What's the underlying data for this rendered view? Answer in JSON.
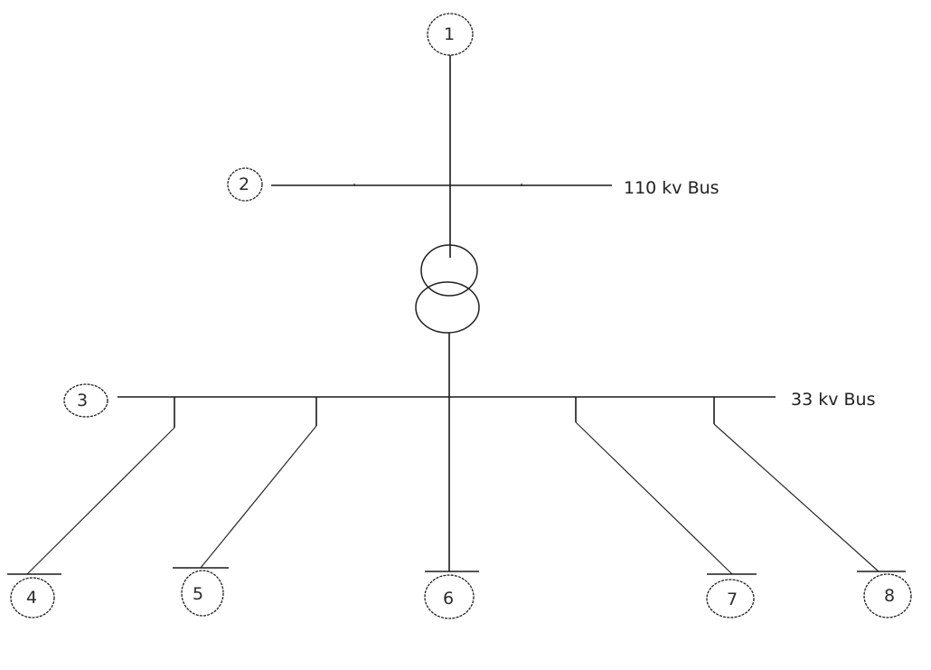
{
  "diagram": {
    "type": "single-line power system diagram",
    "nodes": [
      {
        "id": "1",
        "label": "1"
      },
      {
        "id": "2",
        "label": "2"
      },
      {
        "id": "3",
        "label": "3"
      },
      {
        "id": "4",
        "label": "4"
      },
      {
        "id": "5",
        "label": "5"
      },
      {
        "id": "6",
        "label": "6"
      },
      {
        "id": "7",
        "label": "7"
      },
      {
        "id": "8",
        "label": "8"
      }
    ],
    "buses": {
      "hv": {
        "label": "110 kv Bus"
      },
      "lv": {
        "label": "33 kv Bus"
      }
    },
    "transformer": {
      "label": "two-winding transformer between 110 kv Bus and 33 kv Bus"
    },
    "feeders": [
      "4",
      "5",
      "6",
      "7",
      "8"
    ],
    "colors": {
      "line": "#1a1a1a",
      "background": "#ffffff",
      "text": "#2b2b2b"
    }
  }
}
